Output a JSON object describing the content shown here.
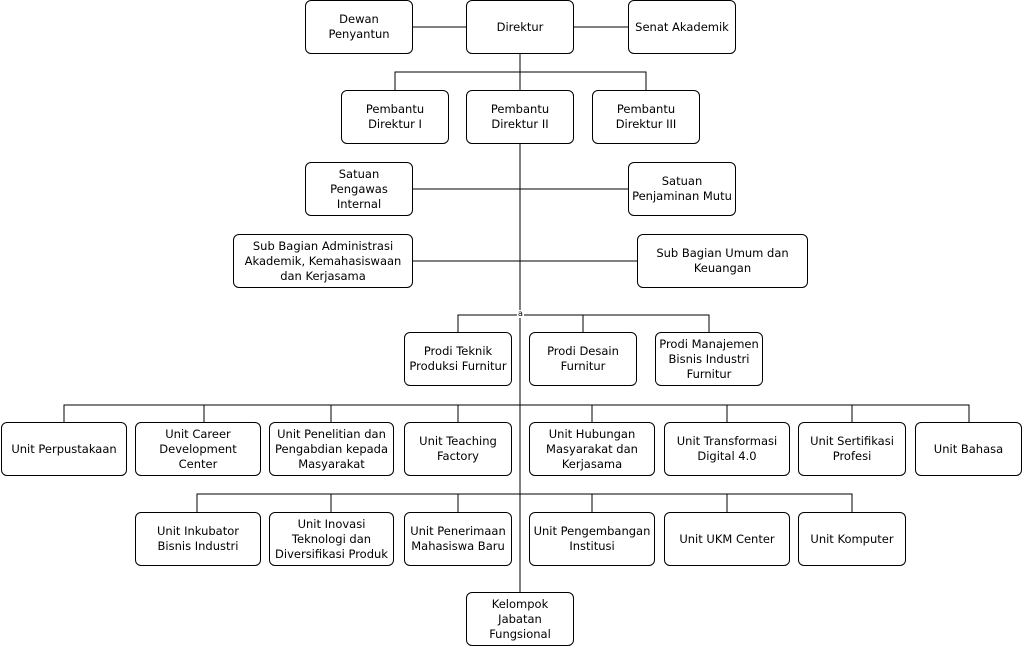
{
  "diagram": {
    "top": {
      "dewan": "Dewan\nPenyantun",
      "direktur": "Direktur",
      "senat": "Senat Akademik"
    },
    "pembantu": [
      "Pembantu\nDirektur I",
      "Pembantu\nDirektur II",
      "Pembantu\nDirektur III"
    ],
    "satuan": {
      "spi": "Satuan\nPengawas\nInternal",
      "spm": "Satuan\nPenjaminan Mutu"
    },
    "sub_bagian": {
      "akademik": "Sub Bagian Administrasi\nAkademik, Kemahasiswaan\ndan Kerjasama",
      "umum": "Sub Bagian Umum dan\nKeuangan"
    },
    "junction_label": "a",
    "prodi": [
      "Prodi Teknik\nProduksi Furnitur",
      "Prodi Desain\nFurnitur",
      "Prodi Manajemen\nBisnis Industri\nFurnitur"
    ],
    "units_row1": [
      "Unit Perpustakaan",
      "Unit Career\nDevelopment Center",
      "Unit Penelitian dan\nPengabdian kepada\nMasyarakat",
      "Unit Teaching\nFactory",
      "Unit Hubungan\nMasyarakat dan\nKerjasama",
      "Unit Transformasi\nDigital 4.0",
      "Unit Sertifikasi\nProfesi",
      "Unit Bahasa"
    ],
    "units_row2": [
      "Unit Inkubator\nBisnis Industri",
      "Unit Inovasi\nTeknologi dan\nDiversifikasi Produk",
      "Unit Penerimaan\nMahasiswa Baru",
      "Unit Pengembangan\nInstitusi",
      "Unit UKM Center",
      "Unit Komputer"
    ],
    "kelompok": "Kelompok\nJabatan\nFungsional"
  }
}
